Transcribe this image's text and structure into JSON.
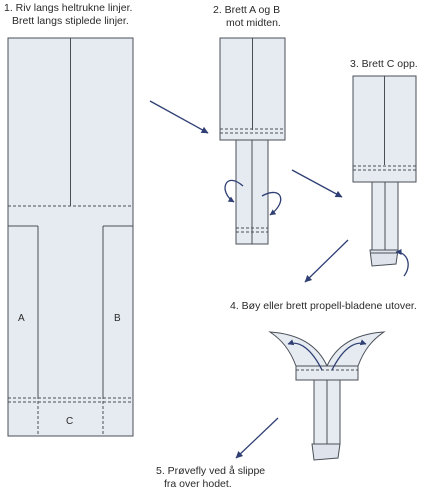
{
  "steps": [
    {
      "lines": [
        "1. Riv langs heltrukne linjer.",
        "Brett langs stiplede linjer."
      ]
    },
    {
      "lines": [
        "2. Brett A og B",
        "mot midten."
      ]
    },
    {
      "lines": [
        "3. Brett C opp."
      ]
    },
    {
      "lines": [
        "4. Bøy eller brett propell-bladene utover."
      ]
    },
    {
      "lines": [
        "5. Prøvefly ved å slippe",
        "fra over hodet."
      ]
    }
  ],
  "labels": {
    "a": "A",
    "b": "B",
    "c": "C"
  },
  "colors": {
    "paper": "#e6ebf2",
    "stroke": "#4a4f57",
    "arrow": "#2f3f73",
    "text": "#2a2a2a"
  }
}
